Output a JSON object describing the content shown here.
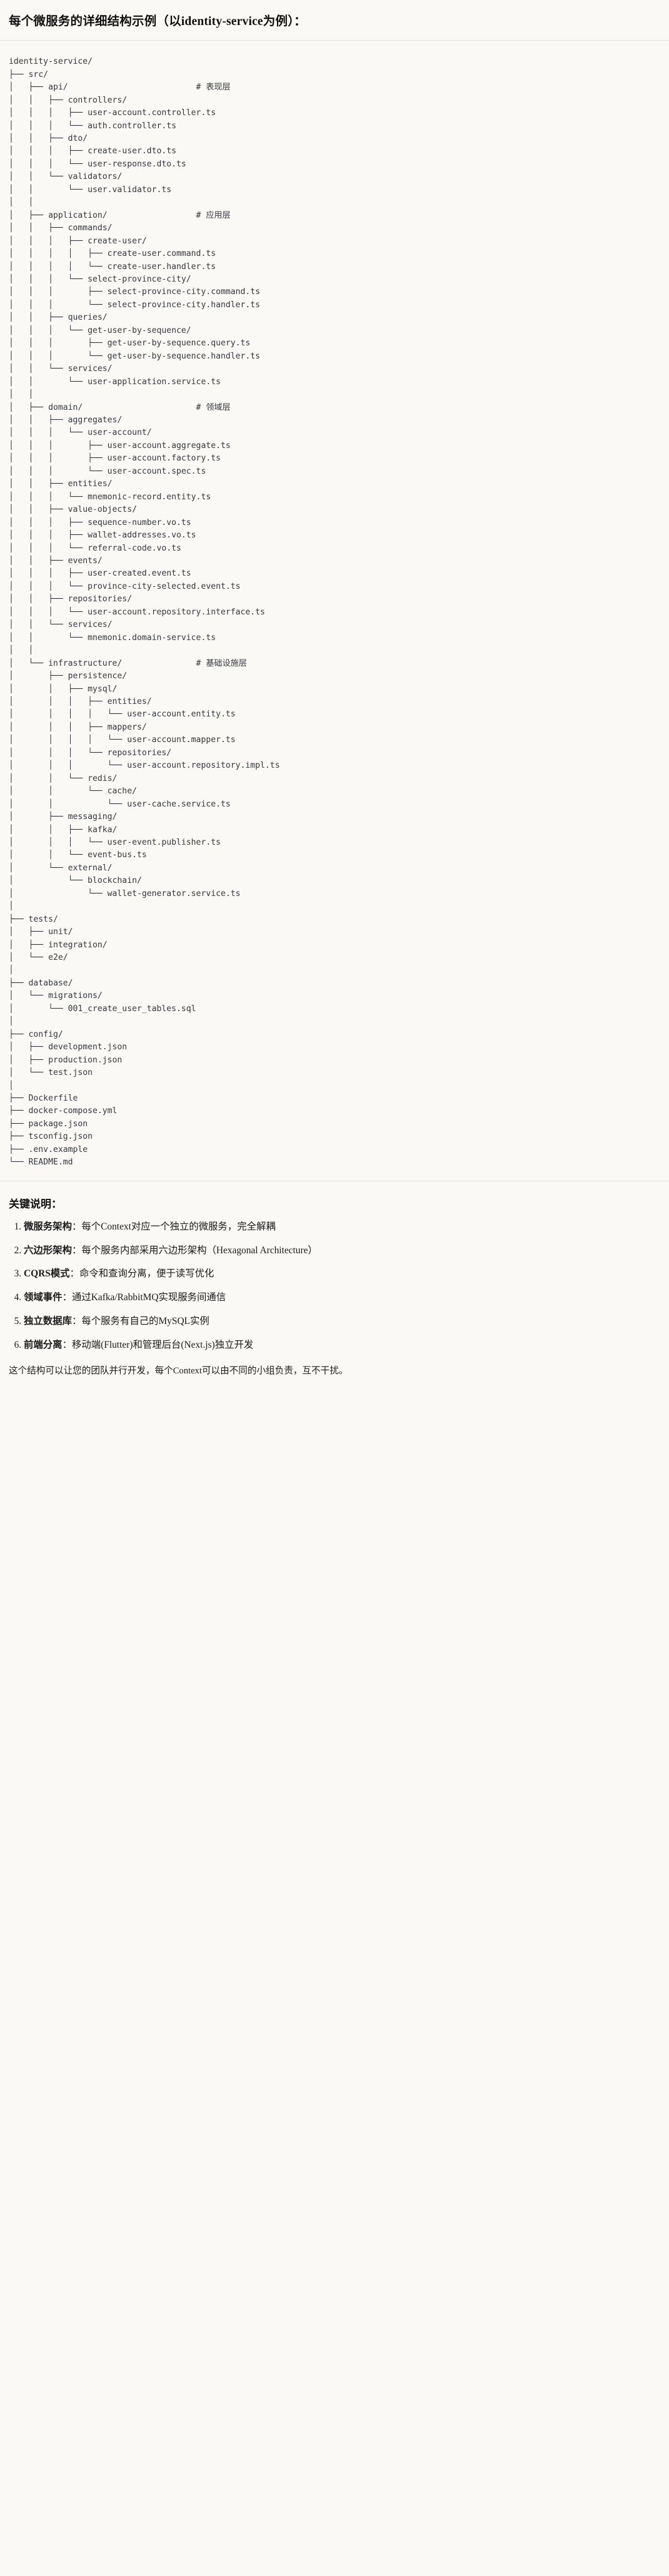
{
  "header": {
    "title": "每个微服务的详细结构示例（以identity-service为例）："
  },
  "tree": {
    "root": "identity-service/",
    "text": "identity-service/\n├── src/\n│   ├── api/                          # 表现层\n│   │   ├── controllers/\n│   │   │   ├── user-account.controller.ts\n│   │   │   └── auth.controller.ts\n│   │   ├── dto/\n│   │   │   ├── create-user.dto.ts\n│   │   │   └── user-response.dto.ts\n│   │   └── validators/\n│   │       └── user.validator.ts\n│   │\n│   ├── application/                  # 应用层\n│   │   ├── commands/\n│   │   │   ├── create-user/\n│   │   │   │   ├── create-user.command.ts\n│   │   │   │   └── create-user.handler.ts\n│   │   │   └── select-province-city/\n│   │   │       ├── select-province-city.command.ts\n│   │   │       └── select-province-city.handler.ts\n│   │   ├── queries/\n│   │   │   └── get-user-by-sequence/\n│   │   │       ├── get-user-by-sequence.query.ts\n│   │   │       └── get-user-by-sequence.handler.ts\n│   │   └── services/\n│   │       └── user-application.service.ts\n│   │\n│   ├── domain/                       # 领域层\n│   │   ├── aggregates/\n│   │   │   └── user-account/\n│   │   │       ├── user-account.aggregate.ts\n│   │   │       ├── user-account.factory.ts\n│   │   │       └── user-account.spec.ts\n│   │   ├── entities/\n│   │   │   └── mnemonic-record.entity.ts\n│   │   ├── value-objects/\n│   │   │   ├── sequence-number.vo.ts\n│   │   │   ├── wallet-addresses.vo.ts\n│   │   │   └── referral-code.vo.ts\n│   │   ├── events/\n│   │   │   ├── user-created.event.ts\n│   │   │   └── province-city-selected.event.ts\n│   │   ├── repositories/\n│   │   │   └── user-account.repository.interface.ts\n│   │   └── services/\n│   │       └── mnemonic.domain-service.ts\n│   │\n│   └── infrastructure/               # 基础设施层\n│       ├── persistence/\n│       │   ├── mysql/\n│       │   │   ├── entities/\n│       │   │   │   └── user-account.entity.ts\n│       │   │   ├── mappers/\n│       │   │   │   └── user-account.mapper.ts\n│       │   │   └── repositories/\n│       │   │       └── user-account.repository.impl.ts\n│       │   └── redis/\n│       │       └── cache/\n│       │           └── user-cache.service.ts\n│       ├── messaging/\n│       │   ├── kafka/\n│       │   │   └── user-event.publisher.ts\n│       │   └── event-bus.ts\n│       └── external/\n│           └── blockchain/\n│               └── wallet-generator.service.ts\n│\n├── tests/\n│   ├── unit/\n│   ├── integration/\n│   └── e2e/\n│\n├── database/\n│   └── migrations/\n│       └── 001_create_user_tables.sql\n│\n├── config/\n│   ├── development.json\n│   ├── production.json\n│   └── test.json\n│\n├── Dockerfile\n├── docker-compose.yml\n├── package.json\n├── tsconfig.json\n├── .env.example\n└── README.md",
    "layer_comments": [
      {
        "path": "src/api/",
        "comment": "# 表现层"
      },
      {
        "path": "src/application/",
        "comment": "# 应用层"
      },
      {
        "path": "src/domain/",
        "comment": "# 领域层"
      },
      {
        "path": "src/infrastructure/",
        "comment": "# 基础设施层"
      }
    ]
  },
  "notes": {
    "title": "关键说明：",
    "items": [
      {
        "num": "1.",
        "term": "微服务架构",
        "sep": "：",
        "desc": "每个Context对应一个独立的微服务，完全解耦"
      },
      {
        "num": "2.",
        "term": "六边形架构",
        "sep": "：",
        "desc": "每个服务内部采用六边形架构（Hexagonal Architecture）"
      },
      {
        "num": "3.",
        "term": "CQRS模式",
        "sep": "：",
        "desc": "命令和查询分离，便于读写优化"
      },
      {
        "num": "4.",
        "term": "领域事件",
        "sep": "：",
        "desc": "通过Kafka/RabbitMQ实现服务间通信"
      },
      {
        "num": "5.",
        "term": "独立数据库",
        "sep": "：",
        "desc": "每个服务有自己的MySQL实例"
      },
      {
        "num": "6.",
        "term": "前端分离",
        "sep": "：",
        "desc": "移动端(Flutter)和管理后台(Next.js)独立开发"
      }
    ],
    "closing": "这个结构可以让您的团队并行开发，每个Context可以由不同的小组负责，互不干扰。"
  },
  "colors": {
    "background": "#FAF9F6",
    "text": "#1a1a1a",
    "tree_text": "#34373d",
    "divider": "#e4e2dc"
  }
}
